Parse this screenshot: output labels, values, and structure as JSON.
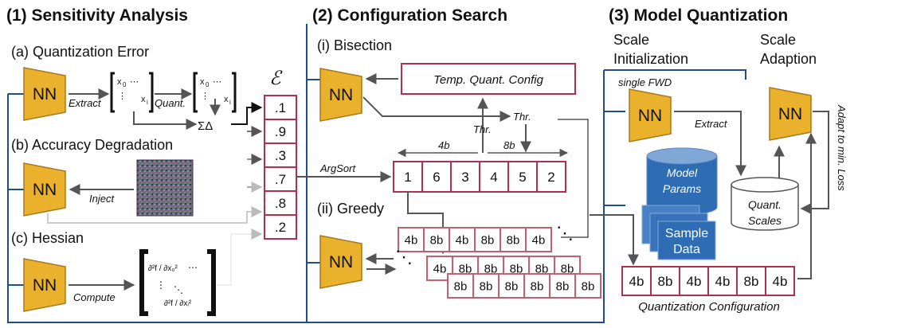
{
  "sections": {
    "sensitivity": {
      "title": "(1) Sensitivity Analysis",
      "sub_a": "(a) Quantization Error",
      "sub_b": "(b) Accuracy Degradation",
      "sub_c": "(c) Hessian",
      "extract": "Extract",
      "quant": "Quant.",
      "sum_delta": "ΣΔ",
      "inject": "Inject",
      "compute": "Compute",
      "mat_tl": "x",
      "mat_tl_sub": "0",
      "mat_br": "x",
      "mat_br_sub": "i",
      "mat_dots": "⋯",
      "mat_vdots": "⋮",
      "mat_ddots": "⋱",
      "hess_tl": "∂²f / ∂x₀²",
      "hess_br": "∂²f / ∂xᵢ²"
    },
    "config": {
      "title": "(2) Configuration Search",
      "sub_i": "(i) Bisection",
      "sub_ii": "(ii) Greedy",
      "temp_config": "Temp. Quant. Config",
      "thr": "Thr.",
      "label_4b": "4b",
      "label_8b": "8b",
      "argsort": "ArgSort",
      "order": [
        "1",
        "6",
        "3",
        "4",
        "5",
        "2"
      ],
      "greedy_row1": [
        "4b",
        "8b",
        "4b",
        "8b",
        "8b",
        "4b"
      ],
      "greedy_row2": [
        "4b",
        "8b",
        "8b",
        "8b",
        "8b",
        "8b"
      ],
      "greedy_row3": [
        "8b",
        "8b",
        "8b",
        "8b",
        "8b",
        "8b"
      ],
      "ellipsis": "⋱"
    },
    "quantization": {
      "title": "(3) Model Quantization",
      "scale_init": [
        "Scale",
        "Initialization"
      ],
      "scale_adapt": [
        "Scale",
        "Adaption"
      ],
      "single_fwd": "single FWD",
      "extract": "Extract",
      "model_params": [
        "Model",
        "Params"
      ],
      "sample_data": [
        "Sample",
        "Data"
      ],
      "quant_scales": [
        "Quant.",
        "Scales"
      ],
      "adapt_loss": "Adapt to min. Loss",
      "final_config": [
        "4b",
        "8b",
        "4b",
        "4b",
        "8b",
        "4b"
      ],
      "final_label": "Quantization Configuration"
    }
  },
  "nn_label": "NN",
  "epsilon": "ℰ",
  "sensitivities": [
    ".1",
    ".9",
    ".3",
    ".7",
    ".8",
    ".2"
  ],
  "colors": {
    "nn_fill": "#eab22c",
    "nn_stroke": "#a8781b",
    "frame": "#1f4e8c",
    "cell_border": "#b03050",
    "greedy_border": "#c06070",
    "cyl_dark": "#2e6db4",
    "cyl_light": "#7fa8d6",
    "arrow": "#555555"
  }
}
